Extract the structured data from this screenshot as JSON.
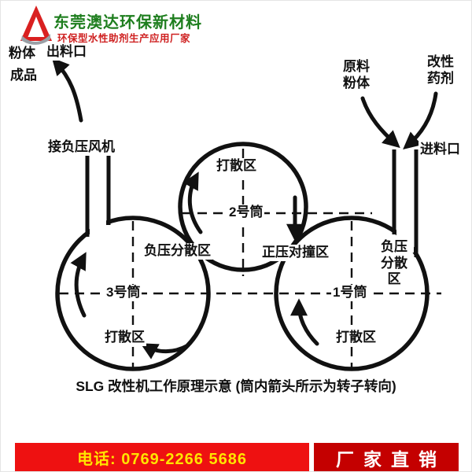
{
  "header": {
    "company_name": "东莞澳达环保新材料",
    "tagline": "环保型水性助剂生产应用厂家",
    "logo_icon": "red-a-ribbon-logo"
  },
  "diagram": {
    "labels": {
      "powder": "粉体",
      "finished": "成品",
      "outlet": "出料口",
      "fan": "接负压风机",
      "raw_material": "原料粉体",
      "agent": "改性药剂",
      "inlet": "进料口",
      "scatter_top": "打散区",
      "cylinder2": "2号筒",
      "neg_dispersion_left": "负压分散区",
      "collision": "正压对撞区",
      "neg_dispersion_right": "负压分散区",
      "cylinder3": "3号筒",
      "cylinder1": "1号筒",
      "scatter_bottom_left": "打散区",
      "scatter_bottom_right": "打散区"
    },
    "caption": "SLG 改性机工作原理示意 (筒内箭头所示为转子转向)"
  },
  "footer": {
    "phone": "电话: 0769-2266 5686",
    "direct_sale": "厂家直销"
  },
  "colors": {
    "brand_green": "#1e7e1e",
    "brand_red": "#cf2121",
    "footer_red": "#ee1111",
    "footer_dark_red": "#c40000",
    "phone_yellow": "#ffe400",
    "ink": "#111111"
  }
}
